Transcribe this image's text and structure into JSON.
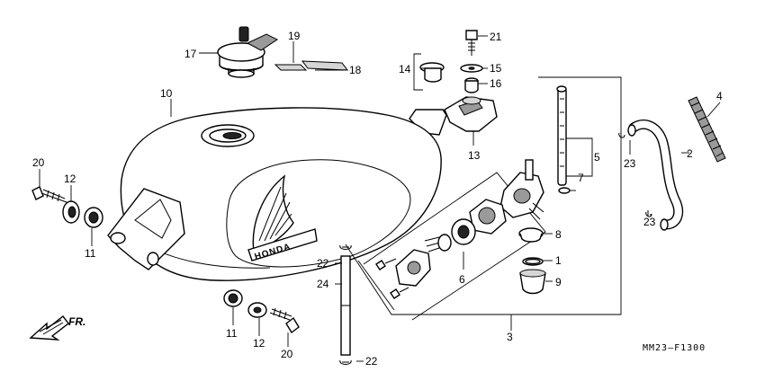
{
  "diagram": {
    "callouts": {
      "n1": "1",
      "n2": "2",
      "n3": "3",
      "n4": "4",
      "n5": "5",
      "n6": "6",
      "n7": "7",
      "n8": "8",
      "n9": "9",
      "n10": "10",
      "n11a": "11",
      "n11b": "11",
      "n12a": "12",
      "n12b": "12",
      "n13": "13",
      "n14": "14",
      "n15": "15",
      "n16": "16",
      "n17": "17",
      "n18": "18",
      "n19": "19",
      "n20a": "20",
      "n20b": "20",
      "n21": "21",
      "n22a": "22",
      "n22b": "22",
      "n23a": "23",
      "n23b": "23",
      "n24": "24"
    },
    "front_arrow": "FR.",
    "tank_emblem": "HONDA",
    "figure_code": "MM23–F1300"
  }
}
